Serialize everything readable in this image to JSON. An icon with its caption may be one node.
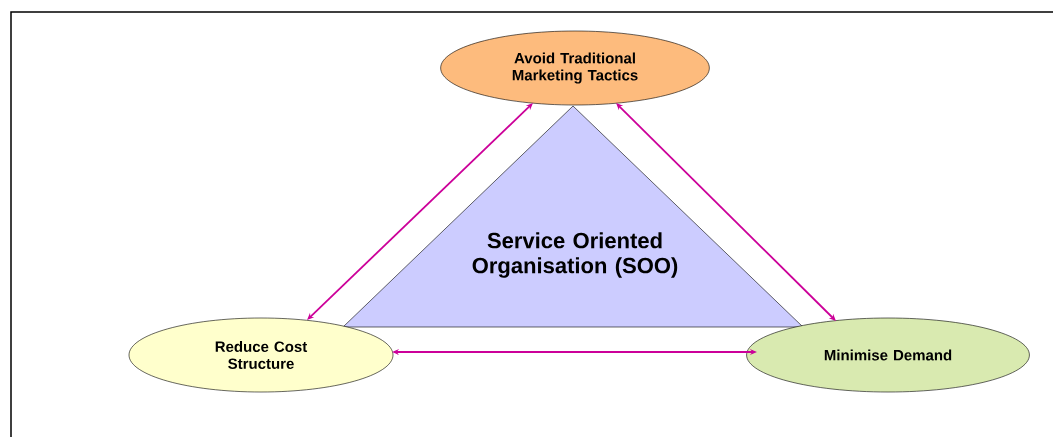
{
  "diagram": {
    "nodes": [
      {
        "text": [
          "Avoid Traditional Marketing Tactics"
        ]
      },
      {
        "text": [
          "Service Oriented Organisation (SOO)"
        ]
      },
      {
        "text": [
          "Reduce Cost Structure"
        ]
      },
      {
        "text": [
          "Minimise Demand"
        ]
      }
    ],
    "edges": [
      {
        "from": 2,
        "to": 0,
        "arrow": "both"
      },
      {
        "from": 0,
        "to": 3,
        "arrow": "both"
      },
      {
        "from": 2,
        "to": 3,
        "arrow": "both"
      }
    ]
  }
}
